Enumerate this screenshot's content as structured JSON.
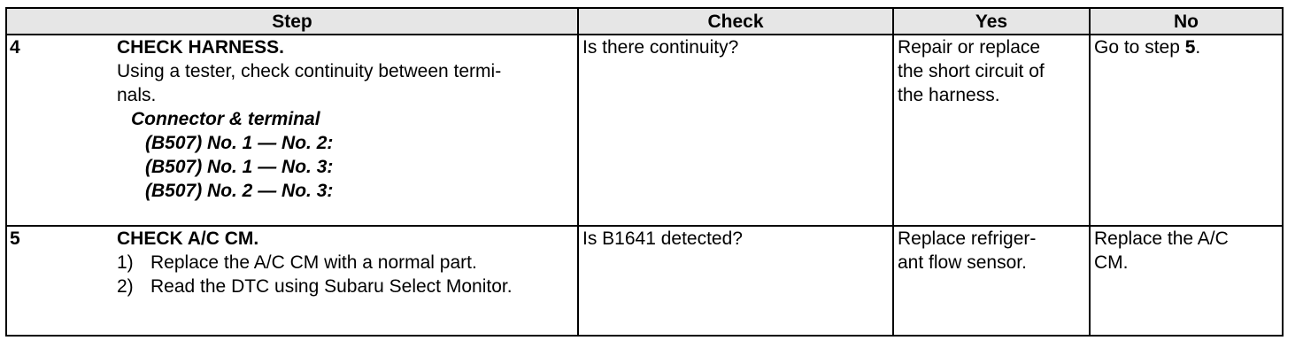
{
  "header": {
    "step": "Step",
    "check": "Check",
    "yes": "Yes",
    "no": "No"
  },
  "rows": [
    {
      "number": "4",
      "title": "CHECK HARNESS.",
      "description": "Using a tester, check continuity between terminals.",
      "description_lines": [
        "Using a tester, check continuity between termi-",
        "nals."
      ],
      "subheading": "Connector & terminal",
      "items": [
        "(B507) No. 1 — No. 2:",
        "(B507) No. 1 — No. 3:",
        "(B507) No. 2 — No. 3:"
      ],
      "check": "Is there continuity?",
      "yes_lines": [
        "Repair or replace",
        "the short circuit of",
        "the harness."
      ],
      "no_prefix": "Go to step ",
      "no_ref": "5",
      "no_suffix": "."
    },
    {
      "number": "5",
      "title": "CHECK A/C CM.",
      "steps": [
        {
          "n": "1)",
          "text": "Replace the A/C CM with a normal part."
        },
        {
          "n": "2)",
          "text": "Read the DTC using Subaru Select Monitor."
        }
      ],
      "check": "Is B1641 detected?",
      "yes_lines": [
        "Replace refriger-",
        "ant flow sensor."
      ],
      "no_lines": [
        "Replace the A/C",
        "CM."
      ]
    }
  ]
}
